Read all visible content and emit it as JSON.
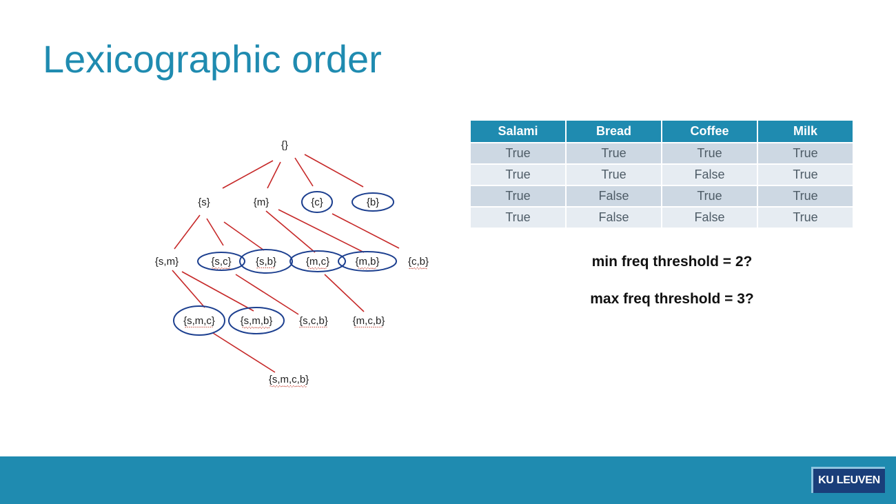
{
  "slide": {
    "title": "Lexicographic order"
  },
  "tree": {
    "nodes": [
      {
        "id": "root",
        "label": "{}",
        "circled": false,
        "squiggle": false
      },
      {
        "id": "s",
        "label": "{s}",
        "circled": false,
        "squiggle": false
      },
      {
        "id": "m",
        "label": "{m}",
        "circled": false,
        "squiggle": false
      },
      {
        "id": "c",
        "label": "{c}",
        "circled": true,
        "squiggle": false
      },
      {
        "id": "b",
        "label": "{b}",
        "circled": true,
        "squiggle": false
      },
      {
        "id": "sm",
        "label": "{s,m}",
        "circled": false,
        "squiggle": false
      },
      {
        "id": "sc",
        "label": "{s,c}",
        "circled": true,
        "squiggle": true
      },
      {
        "id": "sb",
        "label": "{s,b}",
        "circled": true,
        "squiggle": true
      },
      {
        "id": "mc",
        "label": "{m,c}",
        "circled": true,
        "squiggle": true
      },
      {
        "id": "mb",
        "label": "{m,b}",
        "circled": true,
        "squiggle": true
      },
      {
        "id": "cb",
        "label": "{c,b}",
        "circled": false,
        "squiggle": true
      },
      {
        "id": "smc",
        "label": "{s,m,c}",
        "circled": true,
        "squiggle": true
      },
      {
        "id": "smb",
        "label": "{s,m,b}",
        "circled": true,
        "squiggle": true
      },
      {
        "id": "scb",
        "label": "{s,c,b}",
        "circled": false,
        "squiggle": true
      },
      {
        "id": "mcb",
        "label": "{m,c,b}",
        "circled": false,
        "squiggle": true
      },
      {
        "id": "smcb",
        "label": "{s,m,c,b}",
        "circled": false,
        "squiggle": true
      }
    ],
    "edges": [
      [
        "root",
        "s"
      ],
      [
        "root",
        "m"
      ],
      [
        "root",
        "c"
      ],
      [
        "root",
        "b"
      ],
      [
        "s",
        "sm"
      ],
      [
        "s",
        "sc"
      ],
      [
        "s",
        "sb"
      ],
      [
        "m",
        "mc"
      ],
      [
        "m",
        "mb"
      ],
      [
        "c",
        "cb"
      ],
      [
        "sm",
        "smc"
      ],
      [
        "sm",
        "smb"
      ],
      [
        "sc",
        "scb"
      ],
      [
        "mc",
        "mcb"
      ],
      [
        "smc",
        "smcb"
      ]
    ]
  },
  "table": {
    "headers": [
      "Salami",
      "Bread",
      "Coffee",
      "Milk"
    ],
    "rows": [
      [
        "True",
        "True",
        "True",
        "True"
      ],
      [
        "True",
        "True",
        "False",
        "True"
      ],
      [
        "True",
        "False",
        "True",
        "True"
      ],
      [
        "True",
        "False",
        "False",
        "True"
      ]
    ]
  },
  "questions": {
    "min_threshold": "min freq threshold = 2?",
    "max_threshold": "max freq threshold = 3?"
  },
  "footer": {
    "logo_text": "KU LEUVEN"
  },
  "colors": {
    "title": "#1f8bb0",
    "header_bg": "#1f8bb0",
    "row_odd": "#cdd8e3",
    "row_even": "#e6ecf2",
    "edge": "#c62828",
    "ring": "#1c3f8f",
    "footer": "#1f8bb0",
    "logo": "#1a3e7a"
  }
}
